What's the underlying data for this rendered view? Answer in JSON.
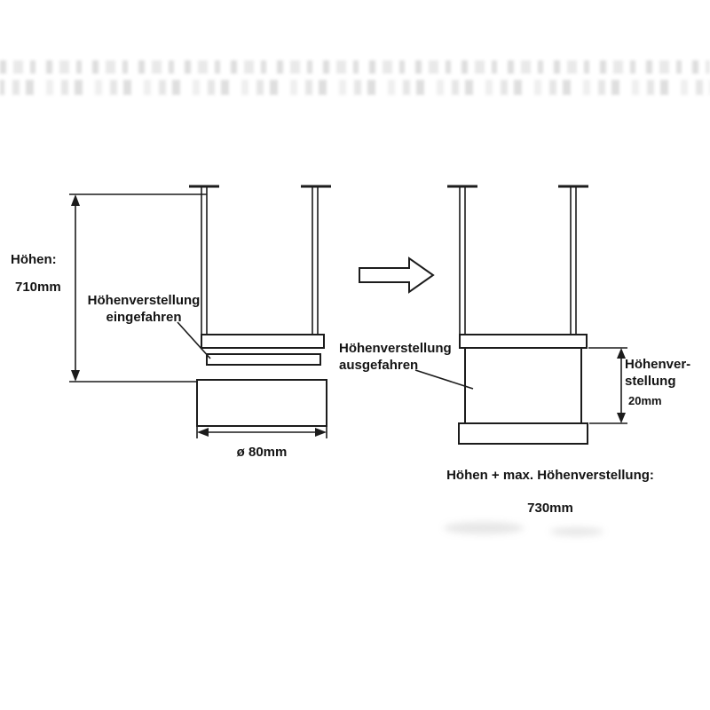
{
  "left_diagram": {
    "height_label": "Höhen:",
    "height_value": "710mm",
    "adjustment_label_line1": "Höhenverstellung",
    "adjustment_label_line2": "eingefahren",
    "diameter_label": "ø 80mm"
  },
  "right_diagram": {
    "adjustment_label_line1": "Höhenverstellung",
    "adjustment_label_line2": "ausgefahren",
    "side_label_line1": "Höhenver-",
    "side_label_line2": "stellung",
    "side_label_value": "20mm",
    "total_label": "Höhen + max. Höhenverstellung:",
    "total_value": "730mm"
  },
  "colors": {
    "line": "#1c1c1c",
    "background": "#ffffff"
  }
}
